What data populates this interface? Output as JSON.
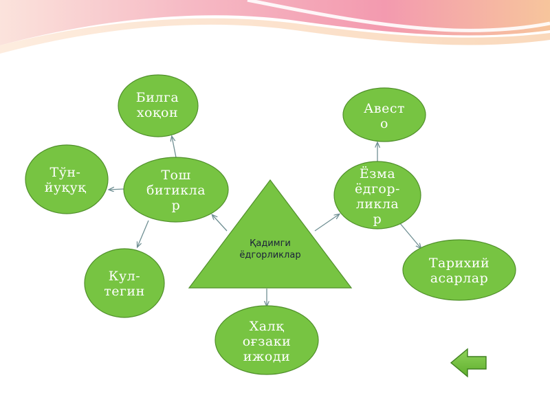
{
  "slide": {
    "center": {
      "label": "Қадимги\nёдгорликлар"
    },
    "nodes": [
      {
        "id": "bilga",
        "label": "Билга\nхоқон"
      },
      {
        "id": "tosh",
        "label": "Тош\nбитикла\nр"
      },
      {
        "id": "tonyuquq",
        "label": "Тўн-\nйуқуқ"
      },
      {
        "id": "kultegin",
        "label": "Кул-\nтегин"
      },
      {
        "id": "xalq",
        "label": "Халқ\nоғзаки\nижоди"
      },
      {
        "id": "avesto",
        "label": "Авест\nо"
      },
      {
        "id": "ezma",
        "label": "Ёзма\nёдгор-\nликла\nр"
      },
      {
        "id": "tarixiy",
        "label": "Тарихий\nасарлар"
      }
    ],
    "back_button": {
      "icon": "left-arrow-icon"
    }
  },
  "colors": {
    "node_fill": "#77c442",
    "node_stroke": "#4f8f2a",
    "arrow": "#6f8f93",
    "center_text": "#1a1f3a",
    "banner_pink": "#f3a0b4",
    "banner_peach": "#f6c39b"
  }
}
